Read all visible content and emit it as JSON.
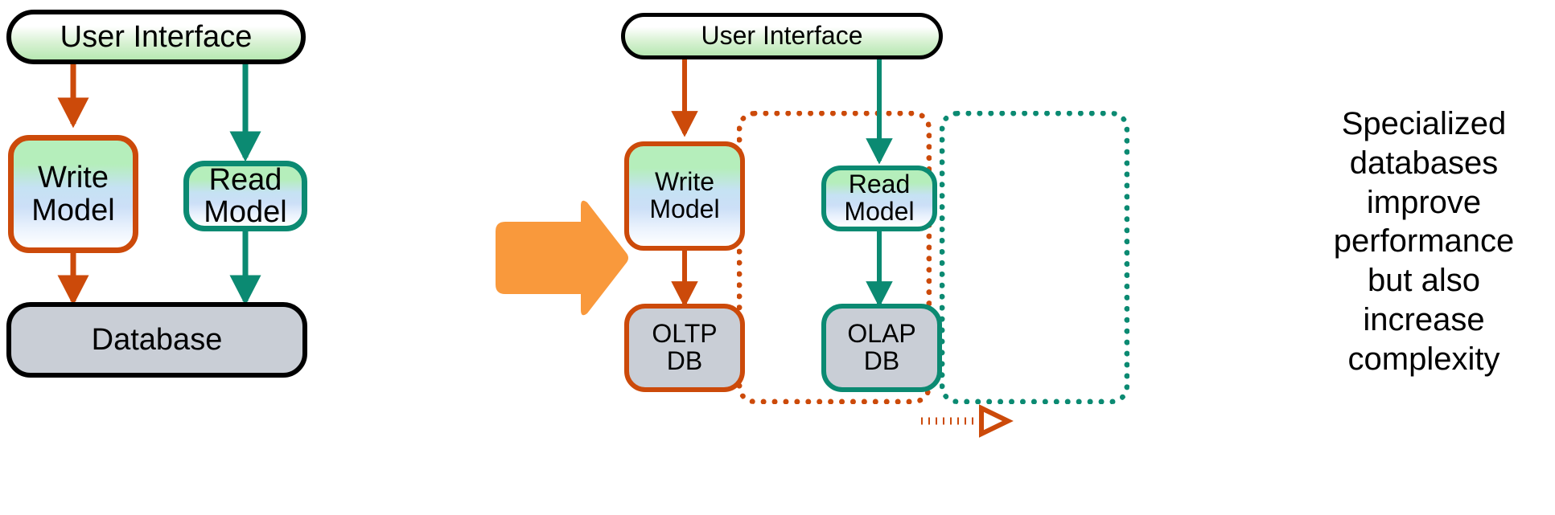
{
  "diagram": {
    "title": "CQRS single database versus specialized OLTP and OLAP databases",
    "colors": {
      "write_orange": "#cc4a0a",
      "read_teal": "#0b8a72",
      "transition_arrow": "#f9993c",
      "database_gray": "#c9ced6",
      "node_border_black": "#000000",
      "canvas_background": "#ffffff",
      "text": "#000000"
    },
    "left_panel": {
      "user_interface": {
        "label": "User Interface"
      },
      "write_model": {
        "line1": "Write",
        "line2": "Model"
      },
      "read_model": {
        "line1": "Read",
        "line2": "Model"
      },
      "database": {
        "label": "Database"
      },
      "edges": [
        {
          "name": "ui-to-write-model",
          "from": "User Interface",
          "to": "Write Model",
          "color": "#cc4a0a",
          "style": "solid",
          "arrowhead": "filled"
        },
        {
          "name": "ui-to-read-model",
          "from": "User Interface",
          "to": "Read Model",
          "color": "#0b8a72",
          "style": "solid",
          "arrowhead": "filled"
        },
        {
          "name": "write-model-to-database",
          "from": "Write Model",
          "to": "Database",
          "color": "#cc4a0a",
          "style": "solid",
          "arrowhead": "filled"
        },
        {
          "name": "read-model-to-database",
          "from": "Read Model",
          "to": "Database",
          "color": "#0b8a72",
          "style": "solid",
          "arrowhead": "filled"
        }
      ]
    },
    "transition": {
      "icon": "right-block-arrow-icon",
      "color": "#f9993c"
    },
    "right_panel": {
      "user_interface": {
        "label": "User Interface"
      },
      "write_group": {
        "name": "write-side-group",
        "border_style": "dotted",
        "color": "#cc4a0a"
      },
      "read_group": {
        "name": "read-side-group",
        "border_style": "dotted",
        "color": "#0b8a72"
      },
      "write_model": {
        "line1": "Write",
        "line2": "Model"
      },
      "read_model": {
        "line1": "Read",
        "line2": "Model"
      },
      "oltp_db": {
        "line1": "OLTP",
        "line2": "DB"
      },
      "olap_db": {
        "line1": "OLAP",
        "line2": "DB"
      },
      "edges": [
        {
          "name": "ui-to-write-model",
          "from": "User Interface",
          "to": "Write Model",
          "color": "#cc4a0a",
          "style": "solid",
          "arrowhead": "filled"
        },
        {
          "name": "ui-to-read-model",
          "from": "User Interface",
          "to": "Read Model",
          "color": "#0b8a72",
          "style": "solid",
          "arrowhead": "filled"
        },
        {
          "name": "write-model-to-oltp",
          "from": "Write Model",
          "to": "OLTP DB",
          "color": "#cc4a0a",
          "style": "solid",
          "arrowhead": "filled"
        },
        {
          "name": "read-model-to-olap",
          "from": "Read Model",
          "to": "OLAP DB",
          "color": "#0b8a72",
          "style": "solid",
          "arrowhead": "filled"
        },
        {
          "name": "oltp-to-olap-sync",
          "from": "OLTP DB",
          "to": "OLAP DB",
          "color": "#cc4a0a",
          "style": "dotted",
          "arrowhead": "open-triangle"
        }
      ]
    },
    "caption": {
      "lines": [
        "Specialized",
        "databases",
        "improve",
        "performance",
        "but also",
        "increase",
        "complexity"
      ],
      "full_text": "Specialized databases improve performance but also increase complexity"
    }
  }
}
